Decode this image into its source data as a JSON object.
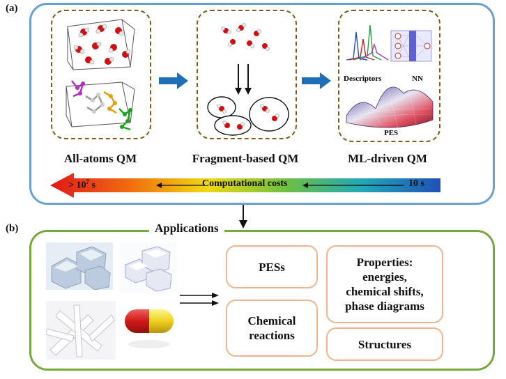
{
  "panel_a": {
    "label": "(a)",
    "methods": [
      {
        "title": "All-atoms QM"
      },
      {
        "title": "Fragment-based QM"
      },
      {
        "title": "ML-driven QM"
      }
    ],
    "ml_labels": {
      "descriptors": "Descriptors",
      "nn": "NN",
      "pes": "PES"
    },
    "cost_bar": {
      "left_base": "> 10",
      "left_exp": "7",
      "left_unit": " s",
      "center": "Computational costs",
      "right": "10 s"
    }
  },
  "panel_b": {
    "label": "(b)",
    "title": "Applications",
    "boxes": {
      "pes": "PESs",
      "reactions_line1": "Chemical",
      "reactions_line2": "reactions",
      "properties_line1": "Properties:",
      "properties_line2": "energies,",
      "properties_line3": "chemical shifts,",
      "properties_line4": "phase diagrams",
      "structures": "Structures"
    }
  },
  "colors": {
    "panel_a_border": "#6a9fd4",
    "panel_b_border": "#78a83c",
    "dashed_border": "#7a5c12",
    "app_box_border": "#f0b48a",
    "flow_arrow": "#1f6fb8"
  }
}
